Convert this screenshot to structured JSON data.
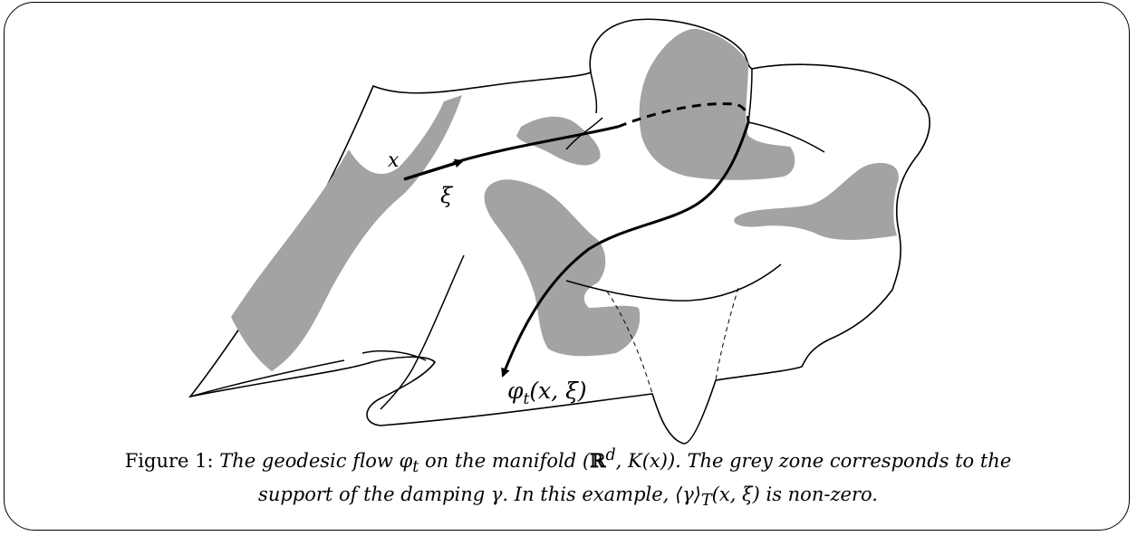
{
  "figure": {
    "label_x": "x",
    "label_xi": "ξ",
    "label_flow_phi": "φ",
    "label_flow_sub": "t",
    "label_flow_args": "(x, ξ)"
  },
  "caption": {
    "label": "Figure 1:",
    "s1": "The geodesic flow",
    "s2_phi": "φ",
    "s2_sub": "t",
    "s3": "on the manifold (",
    "s3_R": "ℝ",
    "s3_d": "d",
    "s3_rest": ", K(x)). The grey zone corresponds to the",
    "line2_a": "support of the damping γ. In this example, ⟨γ⟩",
    "line2_T": "T",
    "line2_b": "(x, ξ) is non-zero."
  },
  "colors": {
    "grey_zone": "#a3a3a3",
    "stroke": "#000000",
    "background": "#ffffff"
  }
}
